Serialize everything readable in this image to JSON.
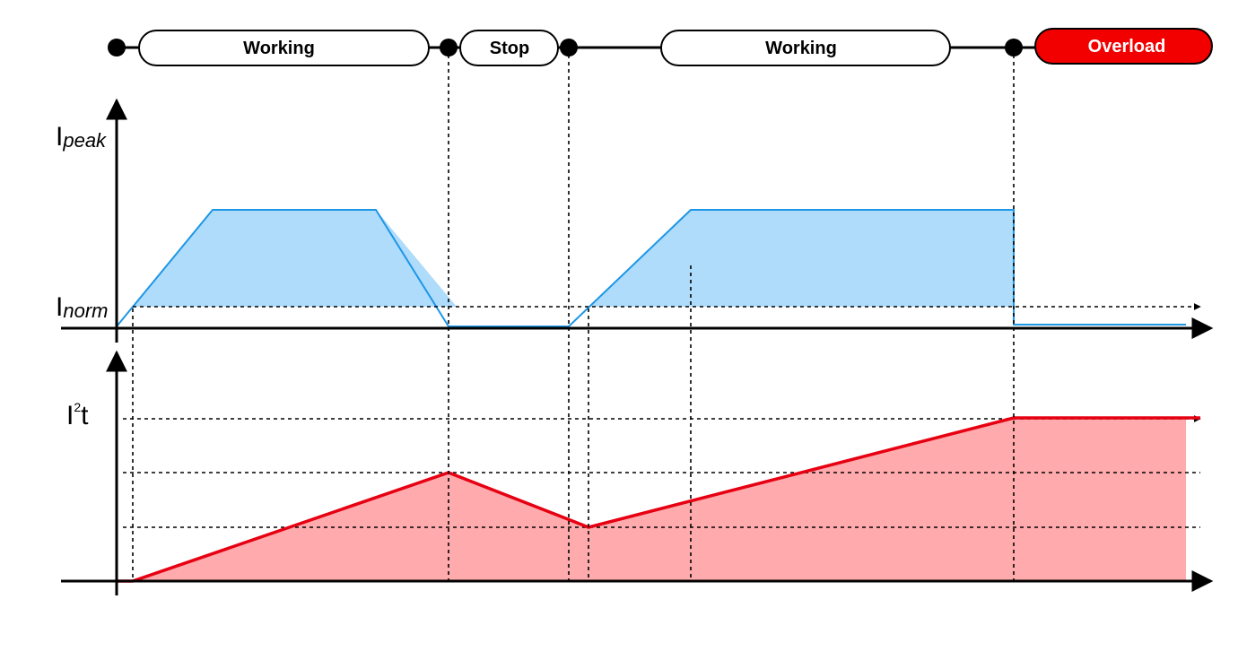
{
  "timeline": {
    "phases": [
      {
        "label": "Working",
        "state": "normal"
      },
      {
        "label": "Stop",
        "state": "normal"
      },
      {
        "label": "Working",
        "state": "normal"
      },
      {
        "label": "Overload",
        "state": "alarm"
      }
    ]
  },
  "top_chart": {
    "y_label_main": "I",
    "y_label_sub": "peak",
    "threshold_label_main": "I",
    "threshold_label_sub": "norm"
  },
  "bottom_chart": {
    "y_label_main": "I",
    "y_label_sup": "2",
    "y_label_tail": "t"
  },
  "colors": {
    "current_fill": "#aedcfa",
    "current_line": "#1e96e6",
    "i2t_fill": "#ffaaad",
    "i2t_line": "#e60012",
    "alarm": "#f20000",
    "ink": "#000000"
  }
}
